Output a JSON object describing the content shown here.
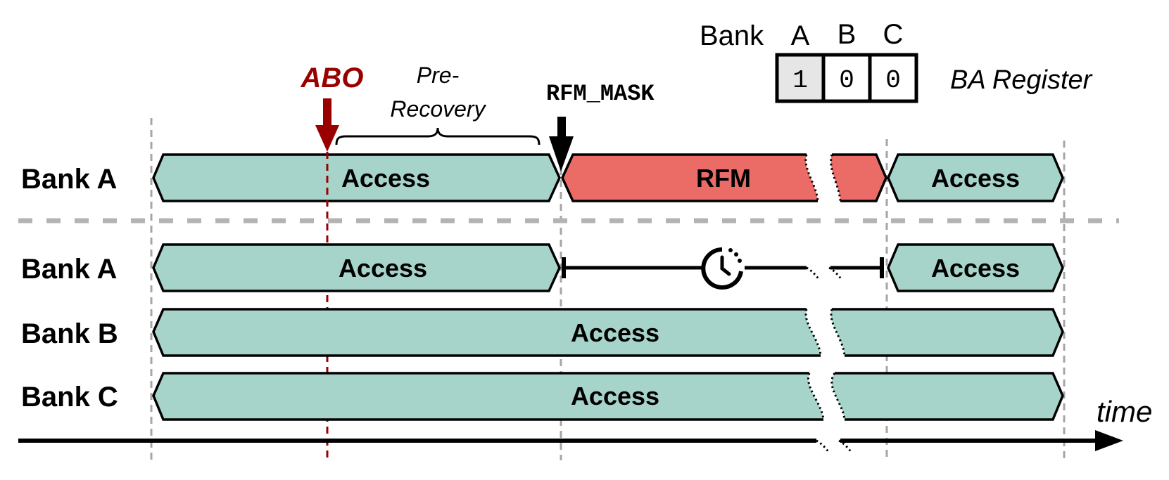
{
  "colors": {
    "access_fill": "#a6d4cb",
    "rfm_fill": "#eb6b66",
    "abo_red": "#990000",
    "guide_gray": "#a6a6a6",
    "separator_gray": "#b3b3b3",
    "register_selected_fill": "#e6e6e6"
  },
  "top_section": {
    "row_label": "Bank A",
    "segments": [
      {
        "label": "Access",
        "type": "access"
      },
      {
        "label": "RFM",
        "type": "rfm"
      },
      {
        "label": "Access",
        "type": "access"
      }
    ]
  },
  "bottom_section": {
    "rows": [
      {
        "label": "Bank A",
        "segments": [
          {
            "label": "Access"
          },
          {
            "label": "Access"
          }
        ],
        "wait_icon": "clock-icon"
      },
      {
        "label": "Bank B",
        "segments": [
          {
            "label": "Access"
          }
        ]
      },
      {
        "label": "Bank C",
        "segments": [
          {
            "label": "Access"
          }
        ]
      }
    ]
  },
  "annotations": {
    "abo": "ABO",
    "pre_recovery_line1": "Pre-",
    "pre_recovery_line2": "Recovery",
    "rfm_mask": "RFM_MASK",
    "time_axis": "time"
  },
  "register": {
    "header_label": "Bank",
    "columns": [
      "A",
      "B",
      "C"
    ],
    "values": [
      "1",
      "0",
      "0"
    ],
    "selected_index": 0,
    "name": "BA Register"
  }
}
